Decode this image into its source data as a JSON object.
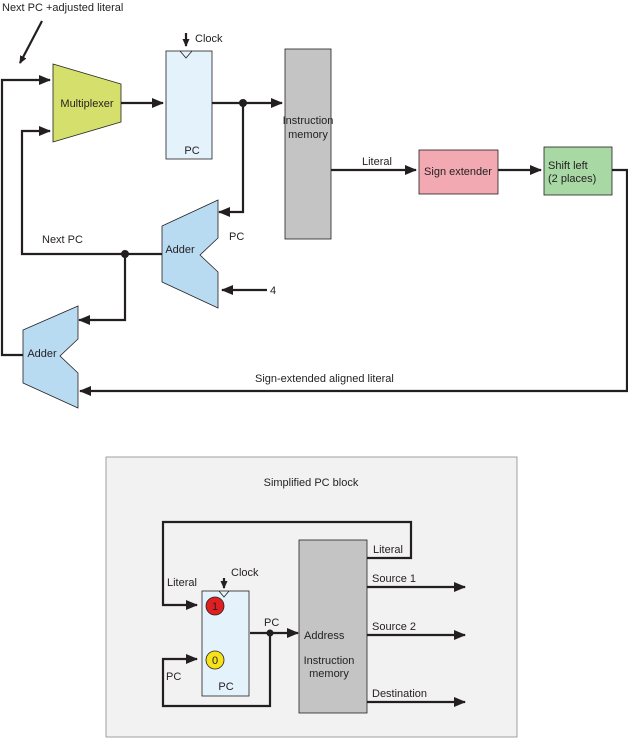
{
  "colors": {
    "multiplexer": "#d4e06b",
    "pc_register": "#e4f2fb",
    "instruction_memory": "#c4c4c4",
    "sign_extender": "#f2a9b1",
    "shift_left": "#a8d8a4",
    "adder": "#b9dbf2",
    "panel": "#f2f2f2",
    "input_1_marker": "#e02020",
    "input_0_marker": "#f5e21a",
    "wire": "#231f20"
  },
  "top": {
    "annotation": "Next PC +adjusted  literal",
    "multiplexer": "Multiplexer",
    "clock": "Clock",
    "pc": "PC",
    "instruction_memory": [
      "Instruction",
      "memory"
    ],
    "literal": "Literal",
    "sign_extender": "Sign extender",
    "shift_left": [
      "Shift left",
      "(2 places)"
    ],
    "adder_pc": "Adder",
    "pc_label": "PC",
    "next_pc": "Next PC",
    "constant_4": "4",
    "adder_branch": "Adder",
    "sign_extended": "Sign-extended aligned literal"
  },
  "bottom": {
    "title": "Simplified PC block",
    "clock": "Clock",
    "literal_right": "Literal",
    "literal_left": "Literal",
    "input_1": "1",
    "input_0": "0",
    "pc_register": "PC",
    "pc_wire": "PC",
    "pc_left": "PC",
    "address": "Address",
    "instruction_memory": [
      "Instruction",
      "memory"
    ],
    "source_1": "Source 1",
    "source_2": "Source 2",
    "destination": "Destination"
  }
}
